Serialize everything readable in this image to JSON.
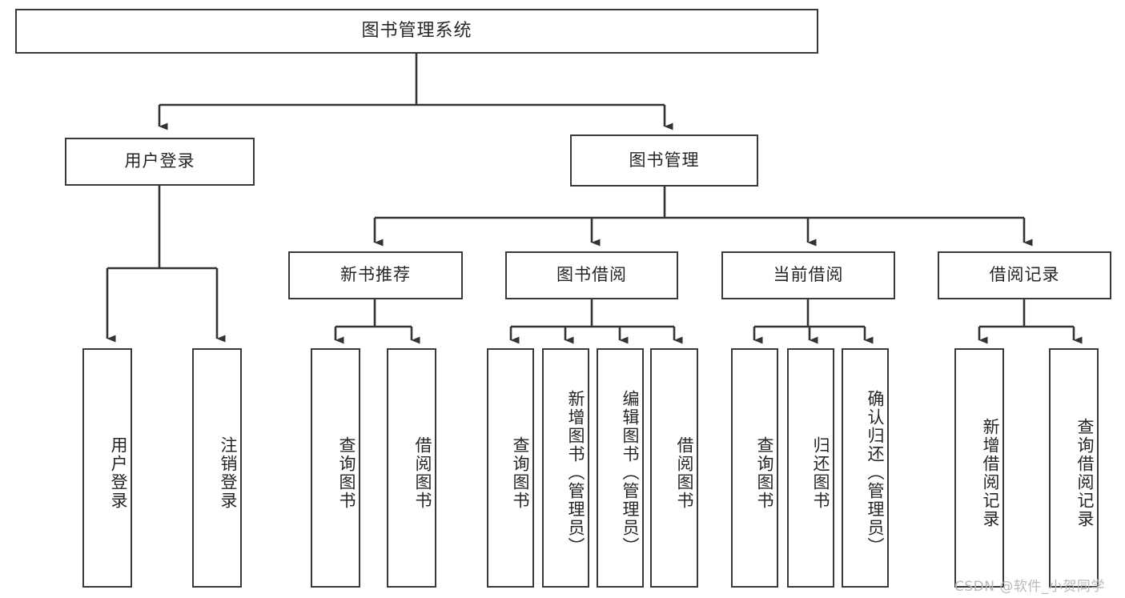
{
  "diagram": {
    "type": "tree-hierarchy",
    "title": "图书管理系统",
    "watermark": "CSDN @软件_小贺同学",
    "colors": {
      "box_border": "#3a3a3a",
      "box_fill": "#ffffff",
      "connector": "#333333",
      "text": "#262626",
      "watermark": "#b9b9b9",
      "background": "#ffffff"
    },
    "levels": {
      "root": {
        "label": "图书管理系统"
      },
      "level2": [
        {
          "label": "用户登录"
        },
        {
          "label": "图书管理"
        }
      ],
      "level3": [
        {
          "label": "新书推荐"
        },
        {
          "label": "图书借阅"
        },
        {
          "label": "当前借阅"
        },
        {
          "label": "借阅记录"
        }
      ]
    },
    "nodes": {
      "root": "图书管理系统",
      "user_login": "用户登录",
      "book_manage": "图书管理",
      "new_book_rec": "新书推荐",
      "book_borrow": "图书借阅",
      "current_borrow": "当前借阅",
      "borrow_record": "借阅记录",
      "leaf_user_login": "用户登录",
      "leaf_user_logout": "注销登录",
      "leaf_rec_query": "查询图书",
      "leaf_rec_borrow": "借阅图书",
      "leaf_borrow_query": "查询图书",
      "leaf_borrow_add": "新增图书（管理员）",
      "leaf_borrow_edit": "编辑图书（管理员）",
      "leaf_borrow_borrow": "借阅图书",
      "leaf_cur_query": "查询图书",
      "leaf_cur_return": "归还图书",
      "leaf_cur_confirm": "确认归还（管理员）",
      "leaf_rec_add": "新增借阅记录",
      "leaf_rec_search": "查询借阅记录"
    }
  }
}
